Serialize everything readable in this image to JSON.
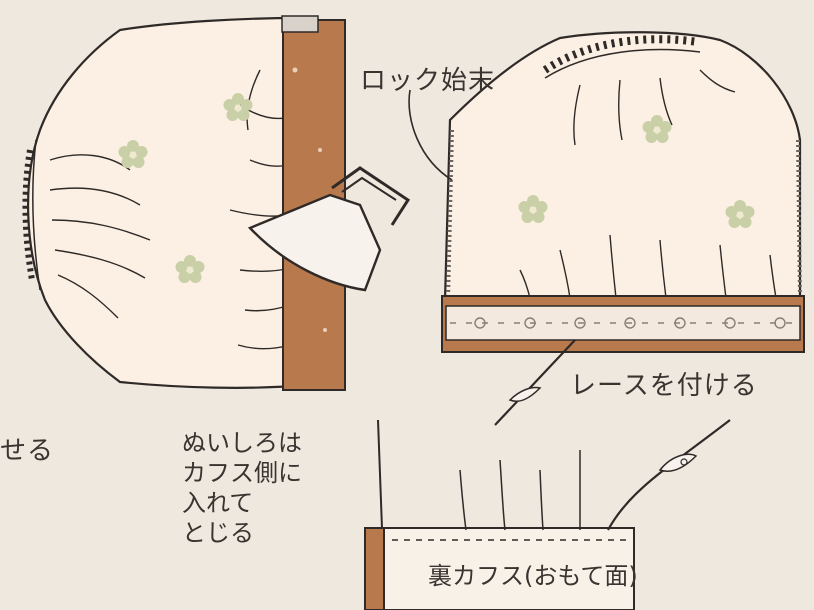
{
  "labels": {
    "lock_finish": "ロック始末",
    "attach_lace": "レースを付ける",
    "partial_left": "せる",
    "seam_note": [
      "ぬいしろは",
      "カフス側に",
      "入れて",
      "とじる"
    ],
    "back_cuff": "裏カフス(おもて面)"
  },
  "colors": {
    "background": "#efe8df",
    "fabric": "#fbf0e3",
    "cuff_band": "#b87a4c",
    "flower": "#c9cfa6",
    "ink": "#2f2a28",
    "lace": "#f3e9de"
  },
  "icons": [
    "iron-icon",
    "sewing-needle-icon",
    "flower-motif-icon"
  ]
}
